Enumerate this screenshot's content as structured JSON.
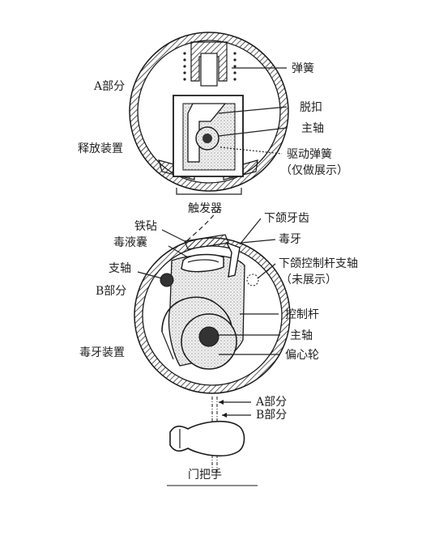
{
  "labels": {
    "spring": "弹簧",
    "part_a": "A部分",
    "trip": "脱扣",
    "release_device": "释放装置",
    "main_shaft_top": "主轴",
    "drive_spring": "驱动弹簧",
    "drive_spring_note": "（仅做展示）",
    "trigger": "触发器",
    "anvil": "铁砧",
    "lower_jaw_tooth": "下颌牙齿",
    "venom_sac": "毒液囊",
    "fang": "毒牙",
    "pivot": "支轴",
    "jaw_lever_pivot": "下颌控制杆支轴",
    "jaw_lever_pivot_note": "（未展示）",
    "part_b": "B部分",
    "control_lever": "控制杆",
    "main_shaft_bottom": "主轴",
    "fang_device": "毒牙装置",
    "eccentric_wheel": "偏心轮",
    "part_a_legend": "A部分",
    "part_b_legend": "B部分",
    "door_handle": "门把手"
  },
  "colors": {
    "ink": "#1a1a1a",
    "hatch": "#555555",
    "stipple": "#d9d9d9"
  }
}
